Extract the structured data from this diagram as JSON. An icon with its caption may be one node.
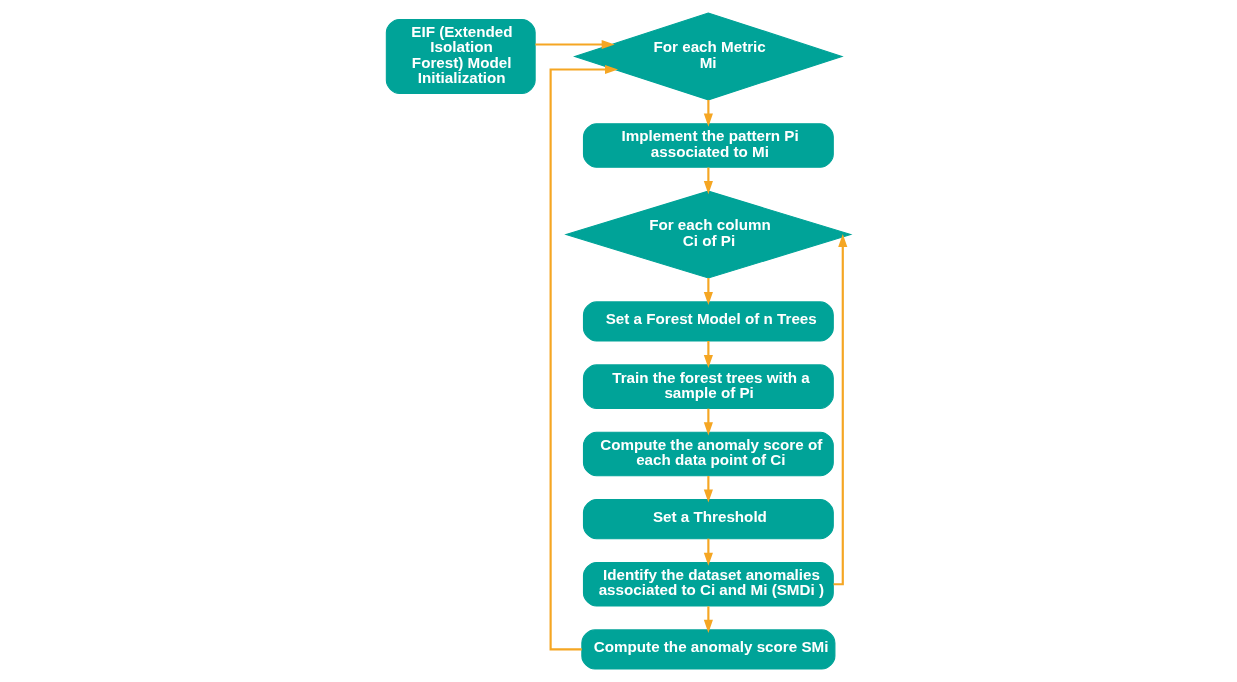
{
  "diagram": {
    "nodes": [
      {
        "text": [
          "EIF (Extended Isolation Forest) Model Initialization"
        ]
      },
      {
        "text": [
          "For each Metric Mi"
        ]
      },
      {
        "text": [
          "Implement the pattern Pi associated to Mi"
        ]
      },
      {
        "text": [
          "For each column Ci of Pi"
        ]
      },
      {
        "text": [
          "Set a Forest Model of n Trees"
        ]
      },
      {
        "text": [
          "Train the forest trees with a sample of Pi"
        ]
      },
      {
        "text": [
          "Compute the anomaly score of each data point of Ci"
        ]
      },
      {
        "text": [
          "Set a Threshold"
        ]
      },
      {
        "text": [
          "Identify the dataset anomalies associated to Ci and Mi (SMDi )"
        ]
      },
      {
        "text": [
          "Compute the anomaly score SMi"
        ]
      }
    ],
    "edges": [
      {
        "from": 0,
        "to": 1,
        "arrow": "to"
      },
      {
        "from": 1,
        "to": 2,
        "arrow": "to"
      },
      {
        "from": 2,
        "to": 3,
        "arrow": "to"
      },
      {
        "from": 3,
        "to": 4,
        "arrow": "to"
      },
      {
        "from": 4,
        "to": 5,
        "arrow": "to"
      },
      {
        "from": 5,
        "to": 6,
        "arrow": "to"
      },
      {
        "from": 6,
        "to": 7,
        "arrow": "to"
      },
      {
        "from": 7,
        "to": 8,
        "arrow": "to"
      },
      {
        "from": 8,
        "to": 9,
        "arrow": "to"
      },
      {
        "from": 8,
        "to": 3,
        "arrow": "to"
      },
      {
        "from": 9,
        "to": 1,
        "arrow": "to"
      }
    ]
  }
}
